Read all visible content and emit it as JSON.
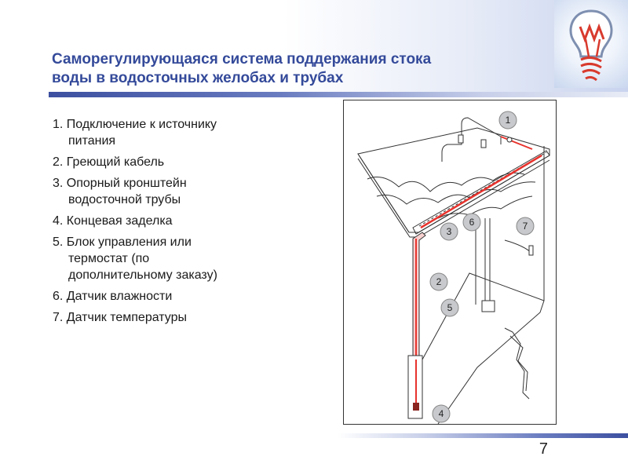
{
  "slide": {
    "title_line1": "Саморегулирующаяся система поддержания стока",
    "title_line2": "воды в водосточных желобах и трубах",
    "page_number": "7"
  },
  "legend": {
    "items": [
      {
        "line1": "1. Подключение к источнику",
        "line2": "питания"
      },
      {
        "line1": "2. Греющий кабель",
        "line2": ""
      },
      {
        "line1": "3. Опорный кронштейн",
        "line2": "водосточной трубы"
      },
      {
        "line1": "4. Концевая заделка",
        "line2": ""
      },
      {
        "line1": "5. Блок управления или",
        "line2": "термостат (по",
        "line3": "дополнительному заказу)"
      },
      {
        "line1": "6. Датчик влажности",
        "line2": ""
      },
      {
        "line1": "7. Датчик температуры",
        "line2": ""
      }
    ]
  },
  "diagram": {
    "callouts": [
      "1",
      "2",
      "3",
      "4",
      "5",
      "6",
      "7"
    ],
    "colors": {
      "cable": "#e8332d",
      "pipe": "#f2b8b8",
      "callout_fill": "#c7c9cc",
      "line": "#333333"
    }
  }
}
